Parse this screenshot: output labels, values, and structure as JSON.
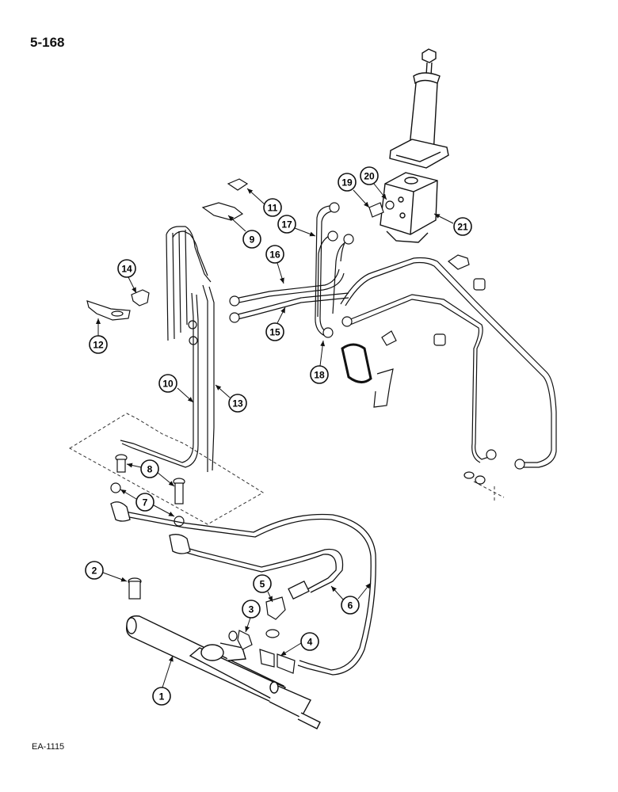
{
  "page_code": "5-168",
  "drawing_code": "EA-1115",
  "callouts": [
    "1",
    "2",
    "3",
    "4",
    "5",
    "6",
    "7",
    "8",
    "9",
    "10",
    "11",
    "12",
    "13",
    "14",
    "15",
    "16",
    "17",
    "18",
    "19",
    "20",
    "21"
  ]
}
